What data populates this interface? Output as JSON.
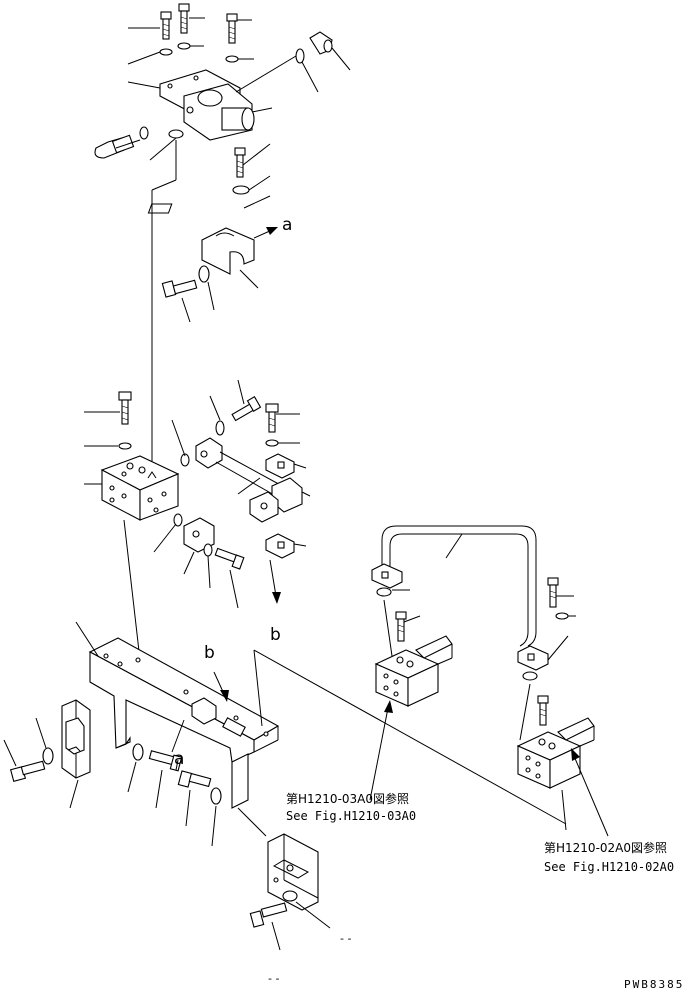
{
  "markers": {
    "a_upper": "a",
    "a_lower": "a",
    "b_upper": "b",
    "b_lower": "b"
  },
  "references": {
    "ref1_jp": "第H1210-03A0図参照",
    "ref1_en": "See Fig.H1210-03A0",
    "ref2_jp": "第H1210-02A0図参照",
    "ref2_en": "See Fig.H1210-02A0"
  },
  "footer": {
    "drawing_code": "PWB8385",
    "dash1": "- -",
    "dash2": "- -"
  }
}
